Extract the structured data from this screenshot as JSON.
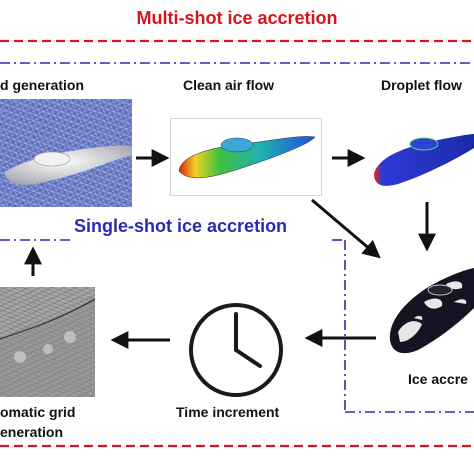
{
  "outer_loop": {
    "title": "Multi-shot ice accretion",
    "color": "#d8141c"
  },
  "inner_loop": {
    "title": "Single-shot ice accretion",
    "color": "#2b2ab0"
  },
  "steps": {
    "grid_generation": "d generation",
    "clean_air_flow": "Clean air flow",
    "droplet_flow": "Droplet flow",
    "ice_accretion": "Ice accre",
    "time_increment": "Time increment",
    "auto_grid_line1": "omatic grid",
    "auto_grid_line2": "eneration"
  },
  "icons": {
    "clock": "clock-icon",
    "arrows": "arrow-icon"
  }
}
